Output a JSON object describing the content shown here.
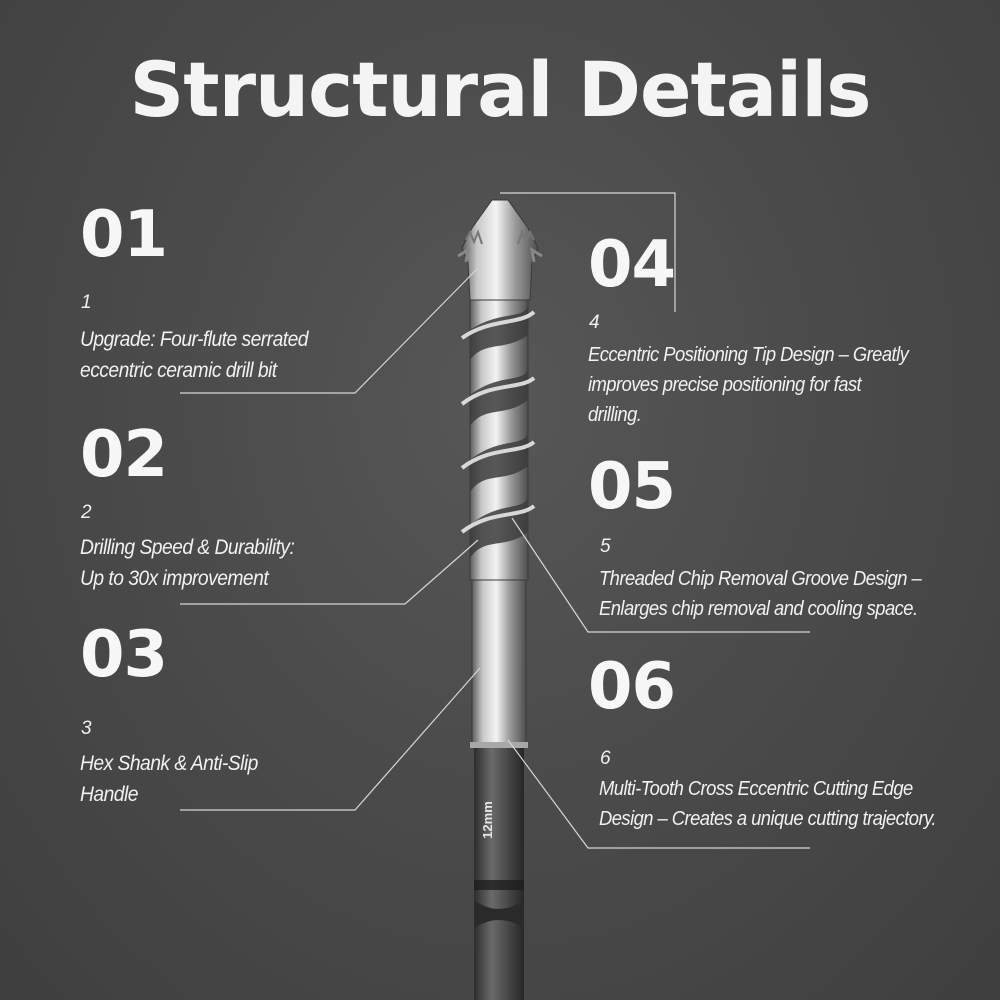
{
  "title": "Structural Details",
  "items": [
    {
      "number": "01",
      "index": "1",
      "lines": [
        "Upgrade: Four-flute serrated",
        "eccentric ceramic drill bit"
      ]
    },
    {
      "number": "02",
      "index": "2",
      "lines": [
        "Drilling Speed & Durability:",
        "Up to 30x improvement"
      ]
    },
    {
      "number": "03",
      "index": "3",
      "lines": [
        "Hex Shank & Anti-Slip",
        "Handle"
      ]
    },
    {
      "number": "04",
      "index": "4",
      "lines": [
        "Eccentric Positioning Tip Design – Greatly",
        "improves precise positioning for fast",
        "drilling."
      ]
    },
    {
      "number": "05",
      "index": "5",
      "lines": [
        "Threaded Chip Removal Groove Design –",
        "Enlarges chip removal and cooling space."
      ]
    },
    {
      "number": "06",
      "index": "6",
      "lines": [
        "Multi-Tooth Cross Eccentric Cutting Edge",
        "Design – Creates a unique cutting trajectory."
      ]
    }
  ],
  "drill": {
    "size_label": "12mm"
  },
  "colors": {
    "background": "#4a4a4a",
    "text": "#ffffff",
    "leader_line": "#cfcfcf"
  }
}
